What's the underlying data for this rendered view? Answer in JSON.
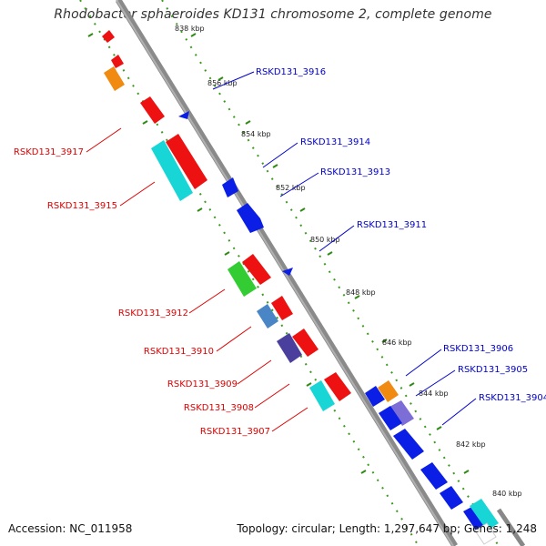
{
  "title": "Rhodobacter sphaeroides KD131 chromosome 2, complete genome",
  "footer": {
    "accession": "Accession: NC_011958",
    "summary": "Topology: circular; Length: 1,297,647 bp; Genes: 1,248"
  },
  "ticks": [
    {
      "label": "838 kbp"
    },
    {
      "label": "856 kbp"
    },
    {
      "label": "854 kbp"
    },
    {
      "label": "852 kbp"
    },
    {
      "label": "850 kbp"
    },
    {
      "label": "848 kbp"
    },
    {
      "label": "846 kbp"
    },
    {
      "label": "844 kbp"
    },
    {
      "label": "842 kbp"
    },
    {
      "label": "840 kbp"
    }
  ],
  "gene_labels_forward": [
    {
      "label": "RSKD131_3916"
    },
    {
      "label": "RSKD131_3914"
    },
    {
      "label": "RSKD131_3913"
    },
    {
      "label": "RSKD131_3911"
    },
    {
      "label": "RSKD131_3906"
    },
    {
      "label": "RSKD131_3905"
    },
    {
      "label": "RSKD131_3904"
    }
  ],
  "gene_labels_reverse": [
    {
      "label": "RSKD131_3917"
    },
    {
      "label": "RSKD131_3915"
    },
    {
      "label": "RSKD131_3912"
    },
    {
      "label": "RSKD131_3910"
    },
    {
      "label": "RSKD131_3909"
    },
    {
      "label": "RSKD131_3908"
    },
    {
      "label": "RSKD131_3907"
    }
  ],
  "colors": {
    "forward_label": "#0000cc",
    "reverse_label": "#dd0000",
    "forward_gene": "#0a1ee6",
    "reverse_gene": "#ee1111",
    "orange_gene": "#f08a10",
    "cyan_gene": "#19d6d6",
    "green_gene": "#33cc33",
    "steelblue_gene": "#4a86c6",
    "purple_gene": "#4b3f9e",
    "lavender_gene": "#7c6ed6",
    "backbone": "#888888",
    "ruler_dots": "#3a9a1a"
  }
}
